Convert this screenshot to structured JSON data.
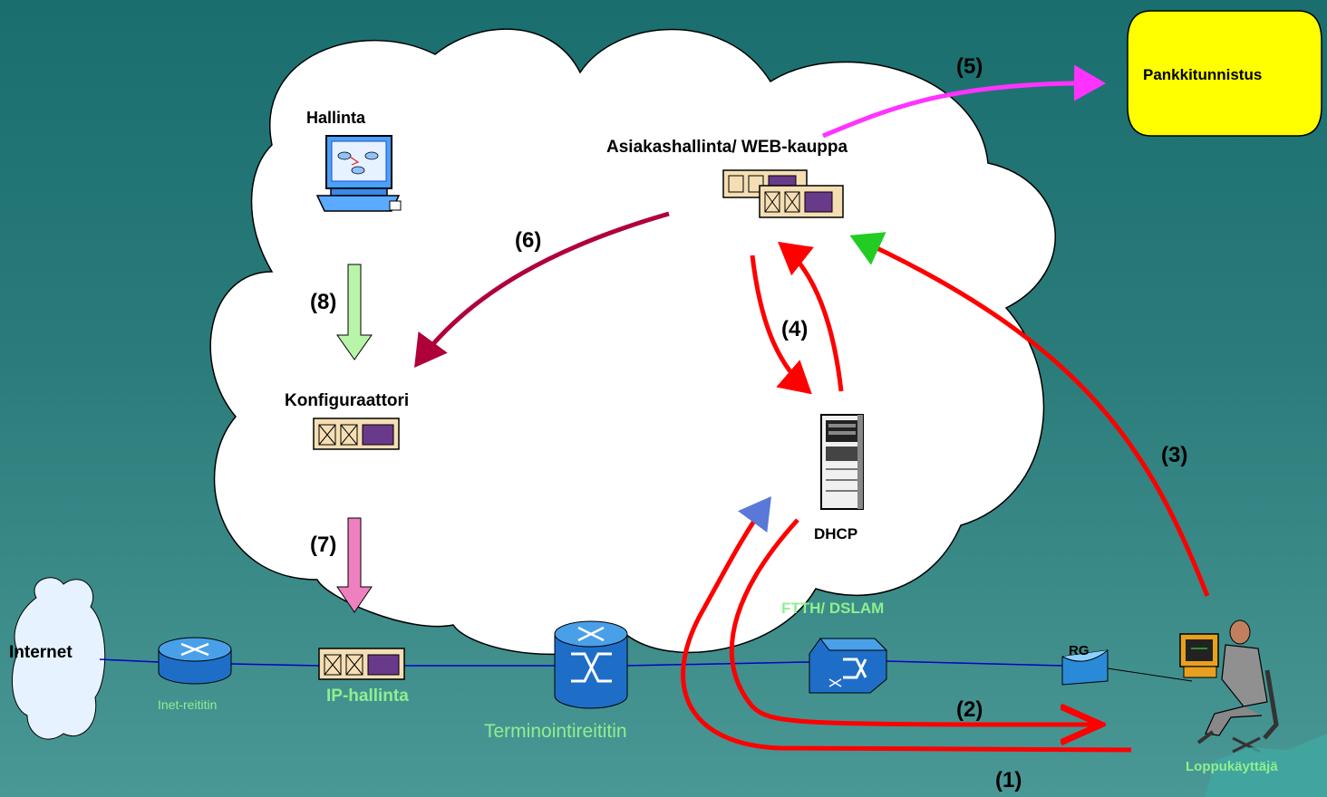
{
  "nodes": {
    "hallinta": "Hallinta",
    "webshop": "Asiakashallinta/ WEB-kauppa",
    "bank": "Pankkitunnistus",
    "configurator": "Konfiguraattori",
    "dhcp": "DHCP",
    "internet": "Internet",
    "inet_router": "Inet-reititin",
    "ip_mgmt": "IP-hallinta",
    "term_router": "Terminointireititin",
    "dslam": "FTTH/ DSLAM",
    "rg": "RG",
    "end_user": "Loppukäyttäjä"
  },
  "steps": {
    "s1": "(1)",
    "s2": "(2)",
    "s3": "(3)",
    "s4": "(4)",
    "s5": "(5)",
    "s6": "(6)",
    "s7": "(7)",
    "s8": "(8)"
  },
  "colors": {
    "background": "#1e7270",
    "cloud": "#ffffff",
    "bank_fill": "#ffff00",
    "flow_red": "#ff0000",
    "flow_magenta": "#ff33ff",
    "flow_crimson": "#b0003a",
    "arrow_green": "#b8f5a8",
    "arrow_pink": "#ef80bf",
    "link_blue": "#0000c8",
    "label_green": "#8ef08e"
  },
  "icons": [
    "management-pc-icon",
    "server-rack-icon",
    "dhcp-tower-icon",
    "router-icon",
    "switch-router-icon",
    "dslam-icon",
    "residential-gateway-icon",
    "end-user-icon",
    "internet-cloud-icon"
  ]
}
